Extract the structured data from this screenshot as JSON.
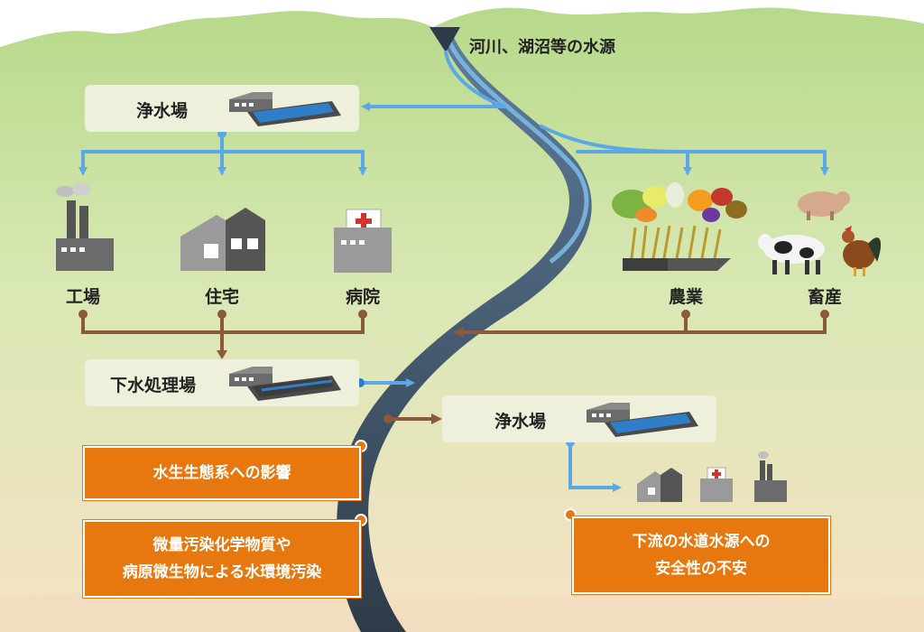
{
  "source_label": "河川、湖沼等の水源",
  "plant_top": {
    "label": "浄水場"
  },
  "facilities_left": [
    "工場",
    "住宅",
    "病院"
  ],
  "facilities_right": [
    "農業",
    "畜産"
  ],
  "sewage_plant": {
    "label": "下水処理場"
  },
  "plant_downstream": {
    "label": "浄水場"
  },
  "issues": {
    "ecosystem": "水生生態系への影響",
    "pollution": [
      "微量汚染化学物質や",
      "病原微生物による水環境汚染"
    ],
    "safety": [
      "下流の水道水源への",
      "安全性の不安"
    ]
  },
  "colors": {
    "clean_flow": "#5aa9e6",
    "waste_flow": "#8b5a3a",
    "issue": "#e7780f",
    "river": "#3b5570",
    "hill": "#b9d98a"
  }
}
